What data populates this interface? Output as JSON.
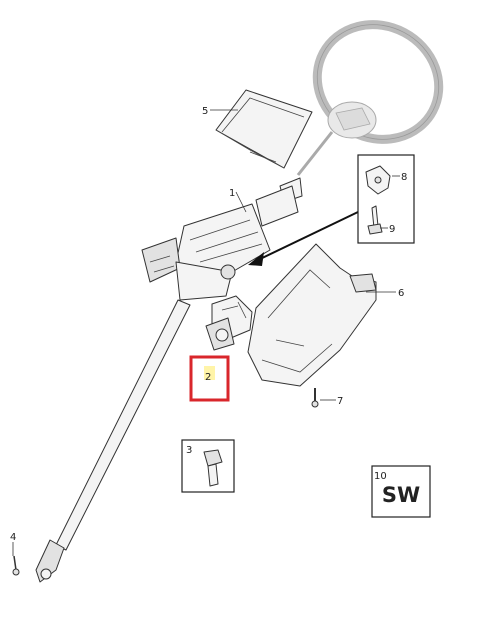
{
  "diagram": {
    "callouts": [
      {
        "id": "c1",
        "label": "1"
      },
      {
        "id": "c2",
        "label": "2"
      },
      {
        "id": "c3",
        "label": "3"
      },
      {
        "id": "c4",
        "label": "4"
      },
      {
        "id": "c5",
        "label": "5"
      },
      {
        "id": "c6",
        "label": "6"
      },
      {
        "id": "c7",
        "label": "7"
      },
      {
        "id": "c8",
        "label": "8"
      },
      {
        "id": "c9",
        "label": "9"
      },
      {
        "id": "c10",
        "label": "10"
      }
    ],
    "sw_text": "SW",
    "highlight_color": "#d9262b",
    "highlight_fill": "#fff4a8"
  }
}
